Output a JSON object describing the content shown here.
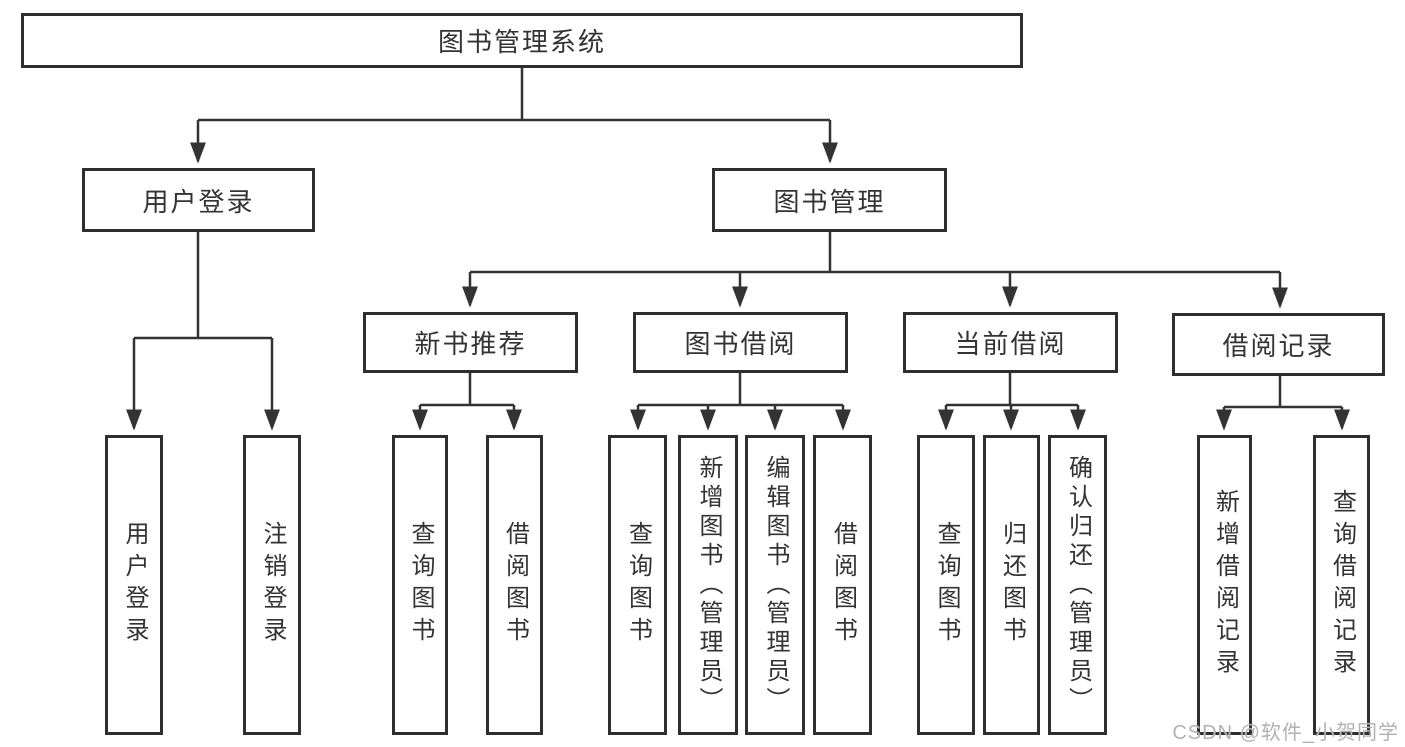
{
  "diagram": {
    "title": "图书管理系统",
    "nodes": {
      "root": "图书管理系统",
      "user_login": "用户登录",
      "book_management": "图书管理",
      "new_book_recommend": "新书推荐",
      "book_borrowing": "图书借阅",
      "current_borrowing": "当前借阅",
      "borrowing_records": "借阅记录"
    },
    "leaves": {
      "login_user_login": "用户登录",
      "login_logout": "注销登录",
      "new_query_books": "查询图书",
      "new_borrow_books": "借阅图书",
      "borrow_query_books": "查询图书",
      "borrow_add_books": "新增图书（管理员）",
      "borrow_edit_books": "编辑图书（管理员）",
      "borrow_borrow_books": "借阅图书",
      "current_query_books": "查询图书",
      "current_return_books": "归还图书",
      "current_confirm_return": "确认归还（管理员）",
      "record_add_record": "新增借阅记录",
      "record_query_record": "查询借阅记录"
    },
    "colors": {
      "line": "#333333",
      "box_border": "#2e2e2e",
      "text": "#333333",
      "watermark": "#b2b2b2",
      "background": "#ffffff"
    }
  },
  "watermark": {
    "text": "CSDN @软件_小贺同学"
  }
}
